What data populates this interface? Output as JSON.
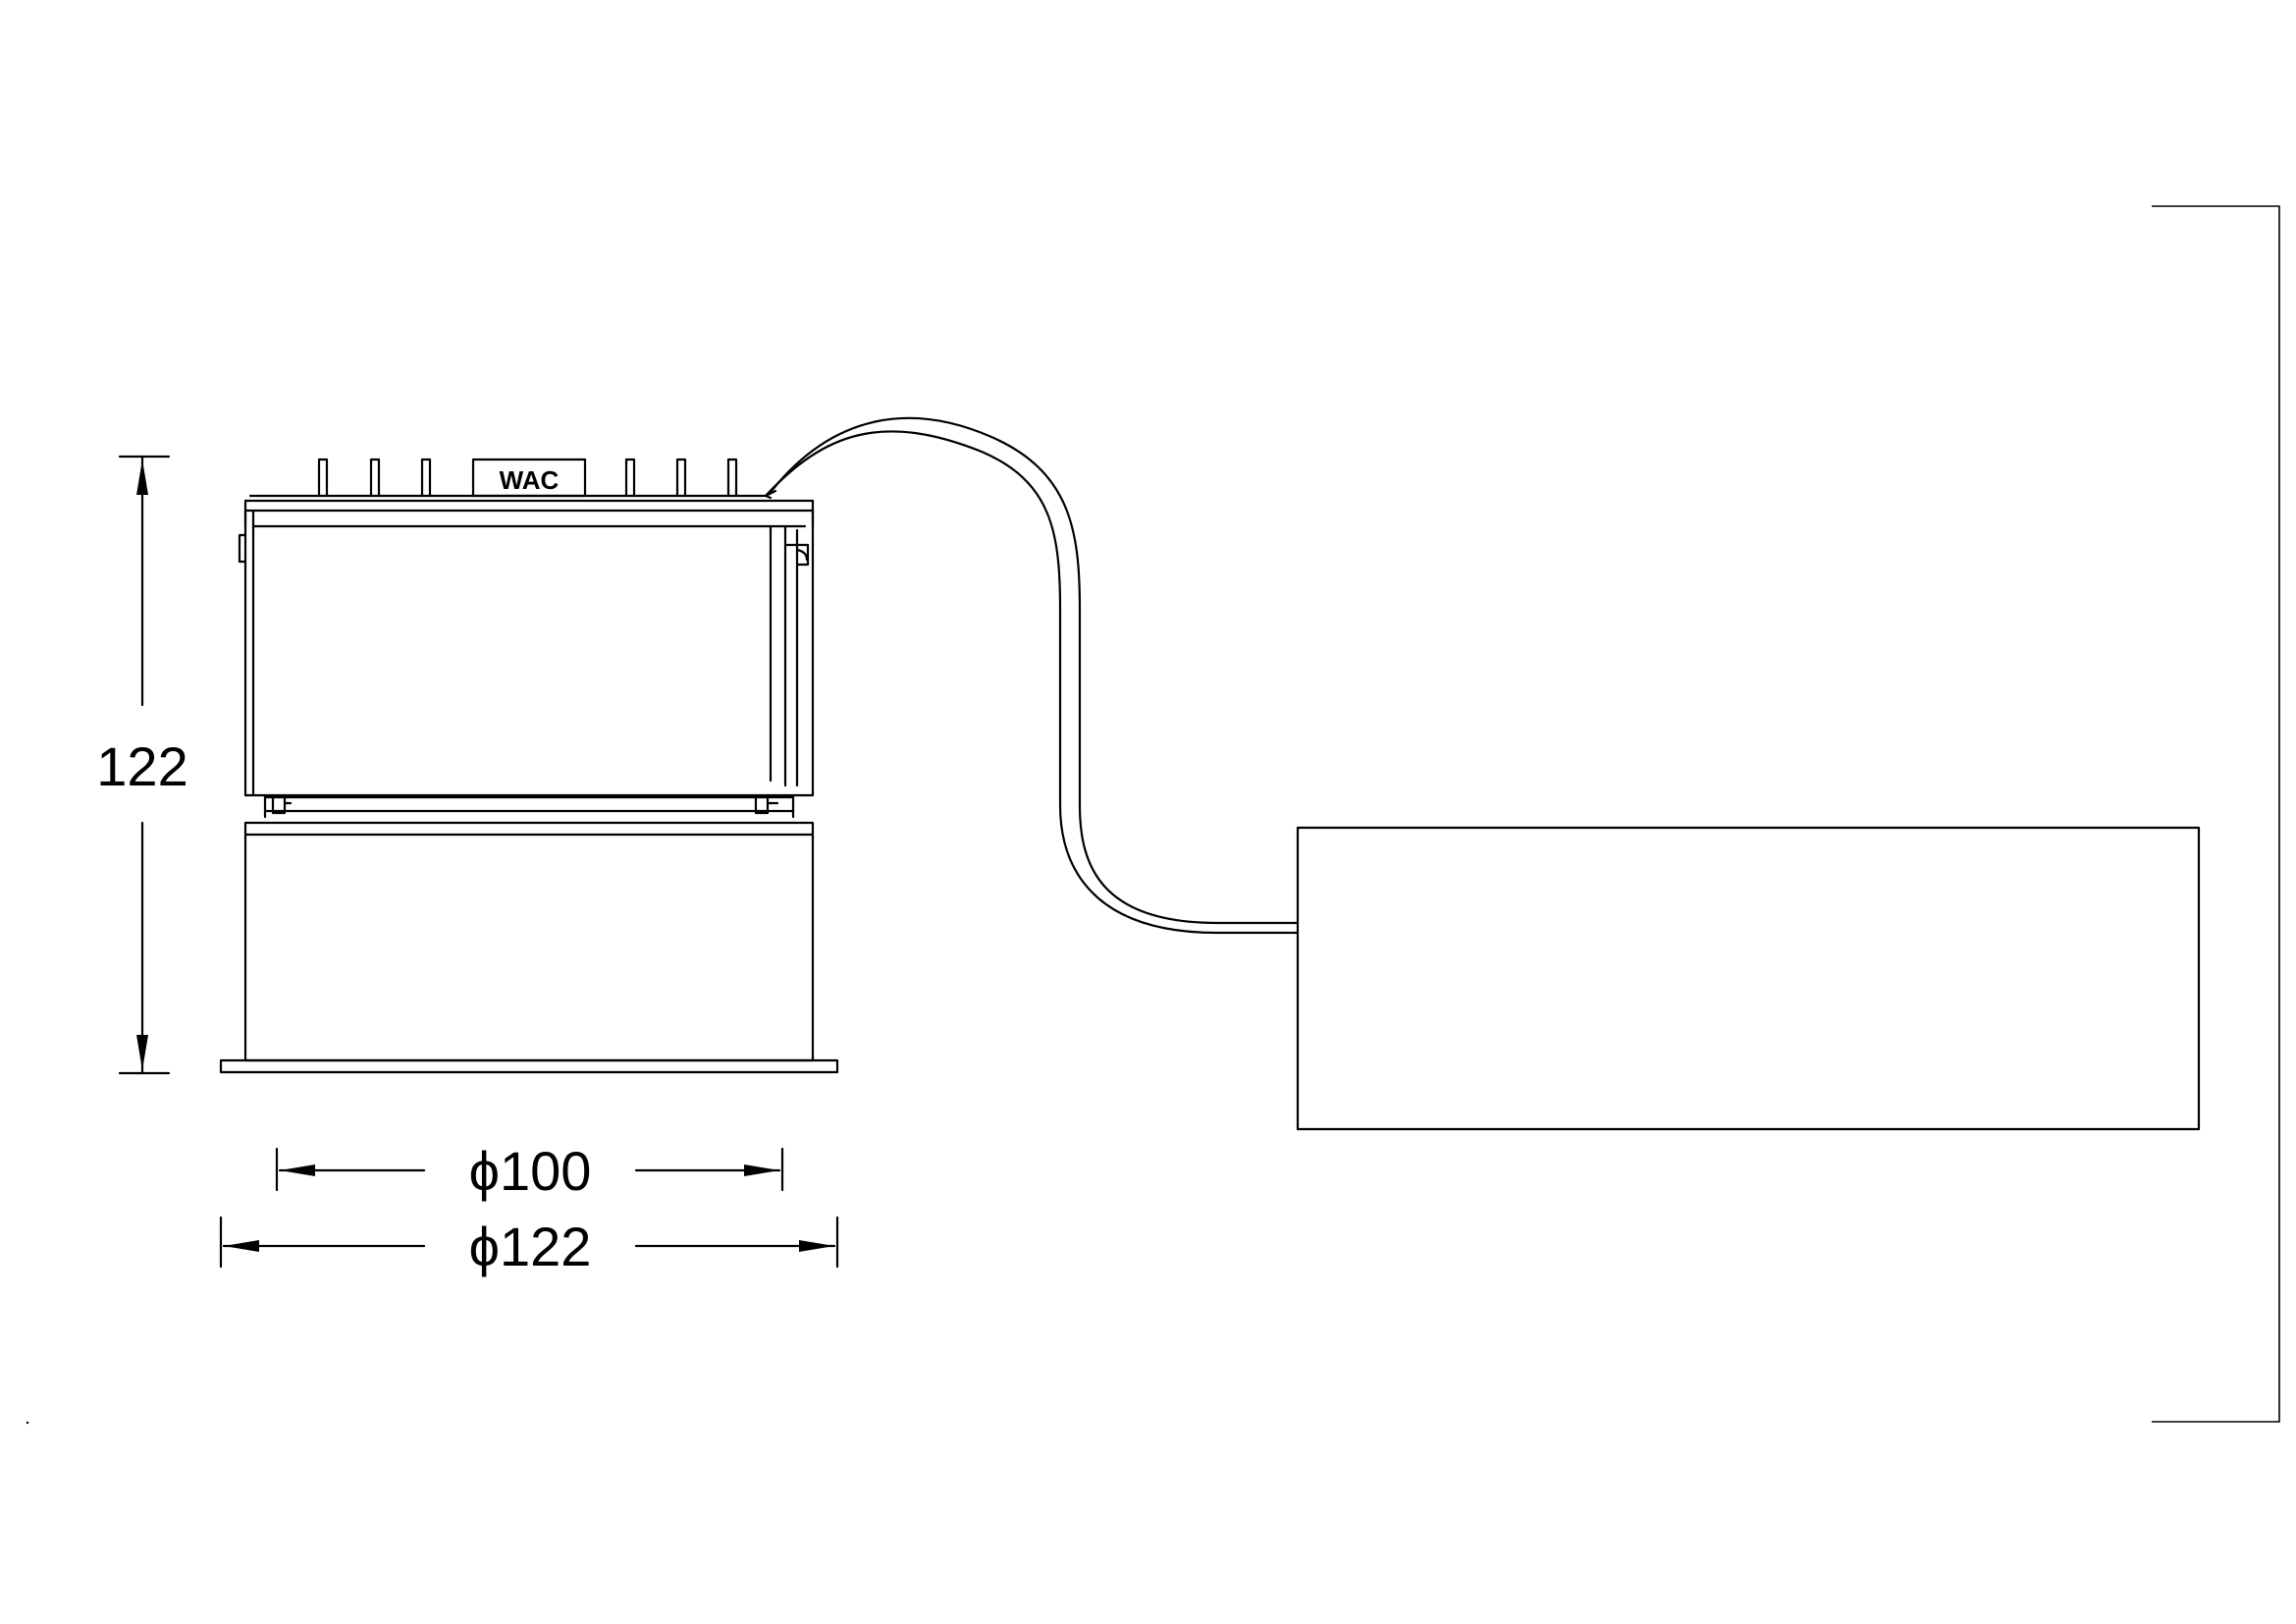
{
  "dimensions": {
    "height_label": "122",
    "inner_diameter_label": "ϕ100",
    "outer_diameter_label": "ϕ122"
  },
  "fixture": {
    "logo_text": "WAC"
  },
  "colors": {
    "line": "#000000",
    "background": "#ffffff"
  }
}
